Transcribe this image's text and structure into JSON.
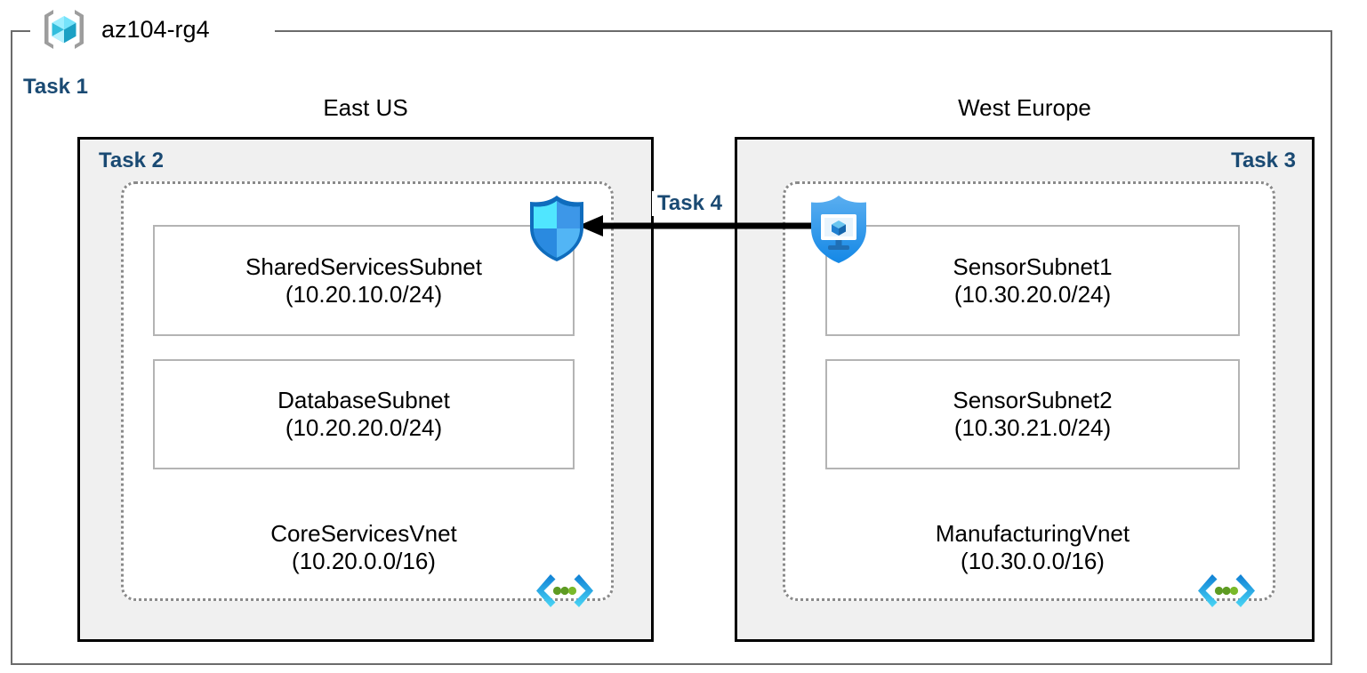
{
  "diagram": {
    "resource_group": {
      "name": "az104-rg4",
      "icon": "resource-group-cube-icon"
    },
    "tasks": {
      "task1": "Task 1",
      "task2": "Task 2",
      "task3": "Task 3",
      "task4": "Task 4"
    },
    "regions": [
      {
        "label": "East US",
        "task": "Task 2",
        "vnet": {
          "name": "CoreServicesVnet",
          "cidr": "(10.20.0.0/16)",
          "icon": "virtual-network-icon",
          "subnets": [
            {
              "name": "SharedServicesSubnet",
              "cidr": "(10.20.10.0/24)"
            },
            {
              "name": "DatabaseSubnet",
              "cidr": "(10.20.20.0/24)"
            }
          ]
        },
        "service_icon": "azure-firewall-shield-icon"
      },
      {
        "label": "West Europe",
        "task": "Task 3",
        "vnet": {
          "name": "ManufacturingVnet",
          "cidr": "(10.30.0.0/16)",
          "icon": "virtual-network-icon",
          "subnets": [
            {
              "name": "SensorSubnet1",
              "cidr": "(10.30.20.0/24)"
            },
            {
              "name": "SensorSubnet2",
              "cidr": "(10.30.21.0/24)"
            }
          ]
        },
        "service_icon": "azure-bastion-shield-icon"
      }
    ],
    "connection": {
      "label": "Task 4",
      "direction": "right-to-left",
      "icon": "peering-arrow-icon"
    },
    "colors": {
      "task_label": "#1a4a73",
      "region_fill": "#f0f0f0",
      "region_border": "#000000",
      "vnet_border": "#8a8a8a",
      "subnet_border": "#b4b4b4",
      "outer_border": "#6b6b6b",
      "azure_blue": "#0078d4",
      "cyan": "#32bedd",
      "green_dot": "#5e9b23"
    }
  }
}
